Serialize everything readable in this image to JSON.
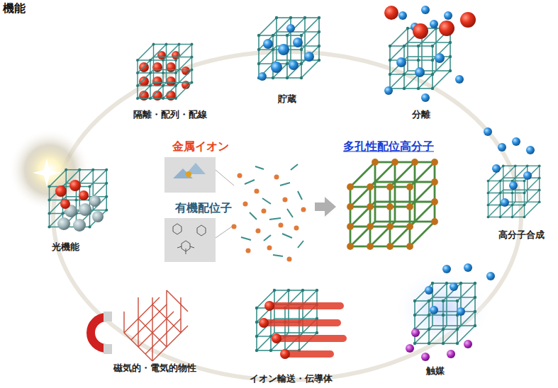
{
  "diagram": {
    "title": "機能",
    "labels": [
      "隔離・配列・配線",
      "貯蔵",
      "分離",
      "金属イオン",
      "多孔性配位高分子",
      "有機配位子",
      "高分子合成",
      "光機能",
      "磁気的・電気的物性",
      "イオン輸送・伝導体",
      "触媒"
    ]
  }
}
